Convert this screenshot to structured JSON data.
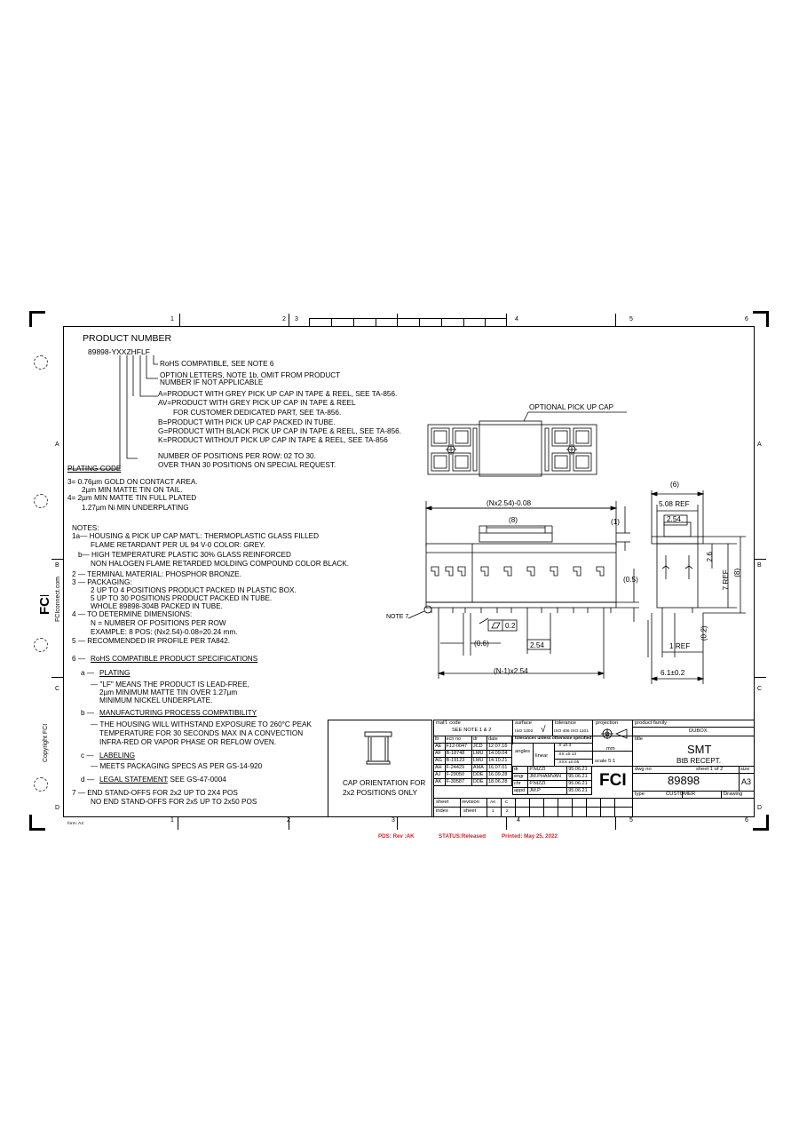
{
  "frame": {
    "top_zones": [
      "1",
      "2",
      "3",
      "4",
      "5",
      "6"
    ],
    "bottom_zones": [
      "1",
      "2",
      "3",
      "4",
      "5",
      "6"
    ],
    "left_rows": [
      "A",
      "B",
      "C",
      "D"
    ],
    "right_rows": [
      "A",
      "B",
      "C",
      "D"
    ],
    "form_label": "form: A3"
  },
  "side": {
    "website": "FCIconnect.com",
    "copyright": "Copyright FCI"
  },
  "product_number": {
    "heading": "PRODUCT NUMBER",
    "code": "89898-YXXZHFLF",
    "rohs": "RoHS COMPATIBLE, SEE NOTE 6",
    "option_1": "OPTION LETTERS, NOTE 1b, OMIT FROM PRODUCT",
    "option_2": "NUMBER IF NOT APPLICABLE",
    "a": "A=PRODUCT WITH GREY PICK UP CAP IN TAPE & REEL, SEE TA-856.",
    "av1": "AV=PRODUCT WITH GREY PICK UP CAP IN TAPE & REEL",
    "av2": "FOR CUSTOMER DEDICATED PART, SEE TA-856.",
    "b": "B=PRODUCT WITH PICK UP CAP PACKED IN TUBE.",
    "g": "G=PRODUCT WITH BLACK PICK UP CAP IN TAPE & REEL, SEE TA-856.",
    "k": "K=PRODUCT WITHOUT PICK UP CAP IN TAPE & REEL, SEE TA-856",
    "positions_1": "NUMBER OF POSITIONS PER ROW: 02 TO 30.",
    "positions_2": "OVER THAN 30 POSITIONS ON SPECIAL REQUEST.",
    "plating_code": "PLATING CODE"
  },
  "plating": {
    "p3a": "3= 0.76µm GOLD ON CONTACT AREA.",
    "p3b": "2µm MIN MATTE TIN ON TAIL.",
    "p4a": "4= 2µm MIN MATTE TIN FULL PLATED",
    "p4b": "1.27µm Ni MIN UNDERPLATING"
  },
  "notes": {
    "heading": "NOTES:",
    "n1a1": "1a— HOUSING & PICK UP CAP MAT'L: THERMOPLASTIC GLASS FILLED",
    "n1a2": "FLAME RETARDANT PER UL 94 V-0 COLOR: GREY.",
    "n1b1": "b— HIGH TEMPERATURE PLASTIC 30% GLASS REINFORCED",
    "n1b2": "NON HALOGEN FLAME RETARDED MOLDING COMPOUND COLOR BLACK.",
    "n2": "2 — TERMINAL MATERIAL: PHOSPHOR BRONZE.",
    "n3": "3 — PACKAGING:",
    "n3a": "2 UP TO 4 POSITIONS PRODUCT PACKED IN PLASTIC BOX.",
    "n3b": "5 UP TO 30 POSITIONS PRODUCT PACKED IN TUBE.",
    "n3c": "WHOLE 89898-304B PACKED IN TUBE.",
    "n4": "4 — TO DETERMINE DIMENSIONS:",
    "n4a": "N = NUMBER OF POSITIONS PER ROW",
    "n4b": "EXAMPLE: 8 POS: (Nx2.54)-0.08=20.24 mm.",
    "n5": "5 — RECOMMENDED IR PROFILE PER TA842.",
    "n6_num": "6 —",
    "n6": "RoHS COMPATIBLE PRODUCT SPECIFICATIONS",
    "n6a_num": "a —",
    "n6a": "PLATING",
    "n6a1": "— \"LF\"  MEANS THE PRODUCT IS LEAD-FREE,",
    "n6a2": "2µm MINIMUM MATTE TIN OVER 1.27µm",
    "n6a3": "MINIMUM NICKEL UNDERPLATE.",
    "n6b_num": "b —",
    "n6b": "MANUFACTURING PROCESS COMPATIBILITY",
    "n6b1": "— THE HOUSING WILL WITHSTAND EXPOSURE TO 260°C PEAK",
    "n6b2": "TEMPERATURE FOR 30 SECONDS MAX IN A CONVECTION",
    "n6b3": "INFRA-RED OR VAPOR PHASE OR REFLOW OVEN.",
    "n6c_num": "c —",
    "n6c": "LABELING",
    "n6c1": "— MEETS PACKAGING SPECS AS PER GS-14-920",
    "n6d_num": "d —",
    "n6d": "LEGAL STATEMENT",
    "n6d_tail": ": SEE GS-47-0004",
    "n71": "7 — END STAND-OFFS FOR 2x2 UP TO 2X4 POS",
    "n72": "NO END STAND-OFFS FOR 2x5 UP TO 2x50 POS"
  },
  "cap_box": {
    "line1": "CAP ORIENTATION FOR",
    "line2": "2x2 POSITIONS ONLY"
  },
  "drawing": {
    "optional_cap": "OPTIONAL PICK UP CAP",
    "dim_length": "(Nx2.54)-0.08",
    "dim_8": "(8)",
    "dim_1": "(1)",
    "dim_05": "(0.5)",
    "dim_06": "(0.6)",
    "dim_254": "2.54",
    "dim_pitch": "(N-1)x2.54",
    "note7": "NOTE 7",
    "flatness": "0.2",
    "dim_6": "(6)",
    "dim_508": "5.08  REF",
    "dim_254b": "2.54",
    "dim_26": "2.6",
    "dim_7ref": "7  REF",
    "dim_8b": "(8)",
    "dim_02": "(0.2)",
    "dim_1ref": "1  REF",
    "dim_61": "6.1±0.2"
  },
  "title_block": {
    "matl_label": "mat'l. code",
    "matl_value": "SEE NOTE 1 & 2",
    "surface_label": "surface",
    "surface_std": "ISO 1302",
    "tolerance_label": "tolerance",
    "tolerance_std": "ISO 406  ISO 1101",
    "projection_label": "projection",
    "tol_note": "tolerances unless otherwise specified",
    "angles": "angles",
    "linear": "linear",
    "x_tol": ".X  ±0.3",
    "xx_tol": ".XX ±0.13",
    "xxx_tol": ".XXX ±0.05",
    "units": "mm",
    "scale": "scale  5:1",
    "rev_headers": [
      "ltr",
      "ecn no",
      "dr",
      "date"
    ],
    "revisions": [
      {
        "ltr": "AE",
        "ecn": "F12-0047",
        "dr": "JCD",
        "date": "12.07.16"
      },
      {
        "ltr": "AF",
        "ecn": "B-18748",
        "dr": "LMU",
        "date": "14.09.04"
      },
      {
        "ltr": "AG",
        "ecn": "B-19123",
        "dr": "LMU",
        "date": "14.10.21"
      },
      {
        "ltr": "AH",
        "ecn": "F-24429",
        "dr": "AMA",
        "date": "16.07.01"
      },
      {
        "ltr": "AJ",
        "ecn": "F-29050",
        "dr": "DDE",
        "date": "16.09.28"
      },
      {
        "ltr": "AK",
        "ecn": "F-30587",
        "dr": "DDE",
        "date": "18.06.28"
      }
    ],
    "approvals": [
      {
        "role": "dr",
        "name": "P.NIZZI",
        "date": "95.06.21"
      },
      {
        "role": "engr",
        "name": "JM.PHAMVAN",
        "date": "95.06.21"
      },
      {
        "role": "chr",
        "name": "P.NIZZI",
        "date": "95.06.21"
      },
      {
        "role": "appd",
        "name": "JM.P",
        "date": "95.06.21"
      }
    ],
    "sheet_label": "sheet",
    "revision_label": "revision",
    "index_label": "index",
    "sheet_rev": "AK",
    "sheet_rev2": "C",
    "sheet_1": "1",
    "sheet_2": "2",
    "product_family_label": "product family",
    "product_family": "DUBOX",
    "title_label": "title",
    "title_1": "SMT",
    "title_2": "BtB RECEPT.",
    "dwg_no_label": "dwg no",
    "sheet_of": "sheet  1  of  2",
    "size_label": "size",
    "dwg_no": "89898",
    "size": "A3",
    "type_label": "type",
    "type_value": "CUSTOMER",
    "drawing_label": "Drawing",
    "logo": "FCI"
  },
  "footer": {
    "pds": "PDS: Rev :AK",
    "status": "STATUS:Released",
    "printed": "Printed:  May 25, 2022"
  }
}
